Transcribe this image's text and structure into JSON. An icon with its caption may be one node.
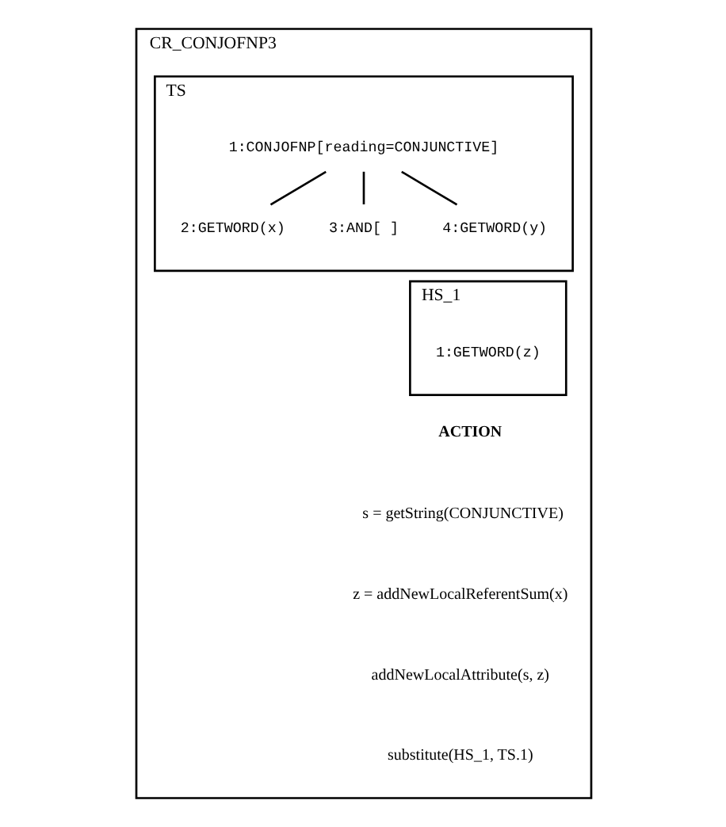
{
  "diagram": {
    "nodes": [
      {
        "text": [
          "CR_CONJOFNP3"
        ]
      },
      {
        "text": [
          "TS"
        ],
        "in": 0
      },
      {
        "text": [
          "1:CONJOFNP[reading=CONJUNCTIVE]"
        ],
        "in": 1
      },
      {
        "text": [
          "2:GETWORD(x)"
        ],
        "in": 1
      },
      {
        "text": [
          "3:AND[ ]"
        ],
        "in": 1
      },
      {
        "text": [
          "4:GETWORD(y)"
        ],
        "in": 1
      },
      {
        "text": [
          "HS_1"
        ],
        "in": 0
      },
      {
        "text": [
          "1:GETWORD(z)"
        ],
        "in": 6
      }
    ],
    "edges": [
      {
        "from": 2,
        "to": 3,
        "arrow": "none"
      },
      {
        "from": 2,
        "to": 4,
        "arrow": "none"
      },
      {
        "from": 2,
        "to": 5,
        "arrow": "none"
      }
    ],
    "labels": [
      "ACTION",
      "s = getString(CONJUNCTIVE)",
      "z = addNewLocalReferentSum(x)",
      "addNewLocalAttribute(s, z)",
      "substitute(HS_1, TS.1)"
    ]
  }
}
